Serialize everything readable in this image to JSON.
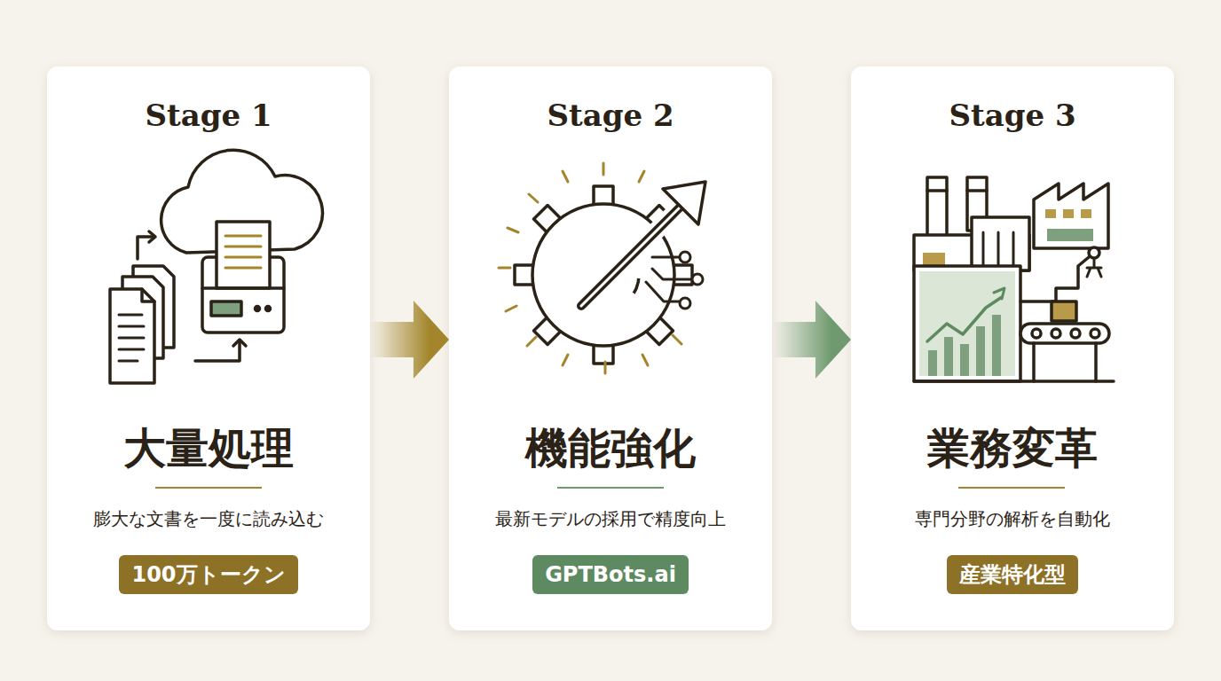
{
  "diagram": {
    "nodes": [
      {
        "text": [
          "Stage 1",
          "大量処理",
          "膨大な文書を一度に読み込む"
        ]
      },
      {
        "text": [
          "100万トークン"
        ],
        "in": 0
      },
      {
        "text": [
          "Stage 2",
          "機能強化",
          "最新モデルの採用で精度向上"
        ]
      },
      {
        "text": [
          "GPTBots.ai"
        ],
        "in": 2
      },
      {
        "text": [
          "Stage 3",
          "業務変革",
          "専門分野の解析を自動化"
        ]
      },
      {
        "text": [
          "産業特化型"
        ],
        "in": 4
      }
    ],
    "edges": [
      {
        "from": 0,
        "to": 2,
        "arrow": "to"
      },
      {
        "from": 2,
        "to": 4,
        "arrow": "to"
      }
    ]
  }
}
